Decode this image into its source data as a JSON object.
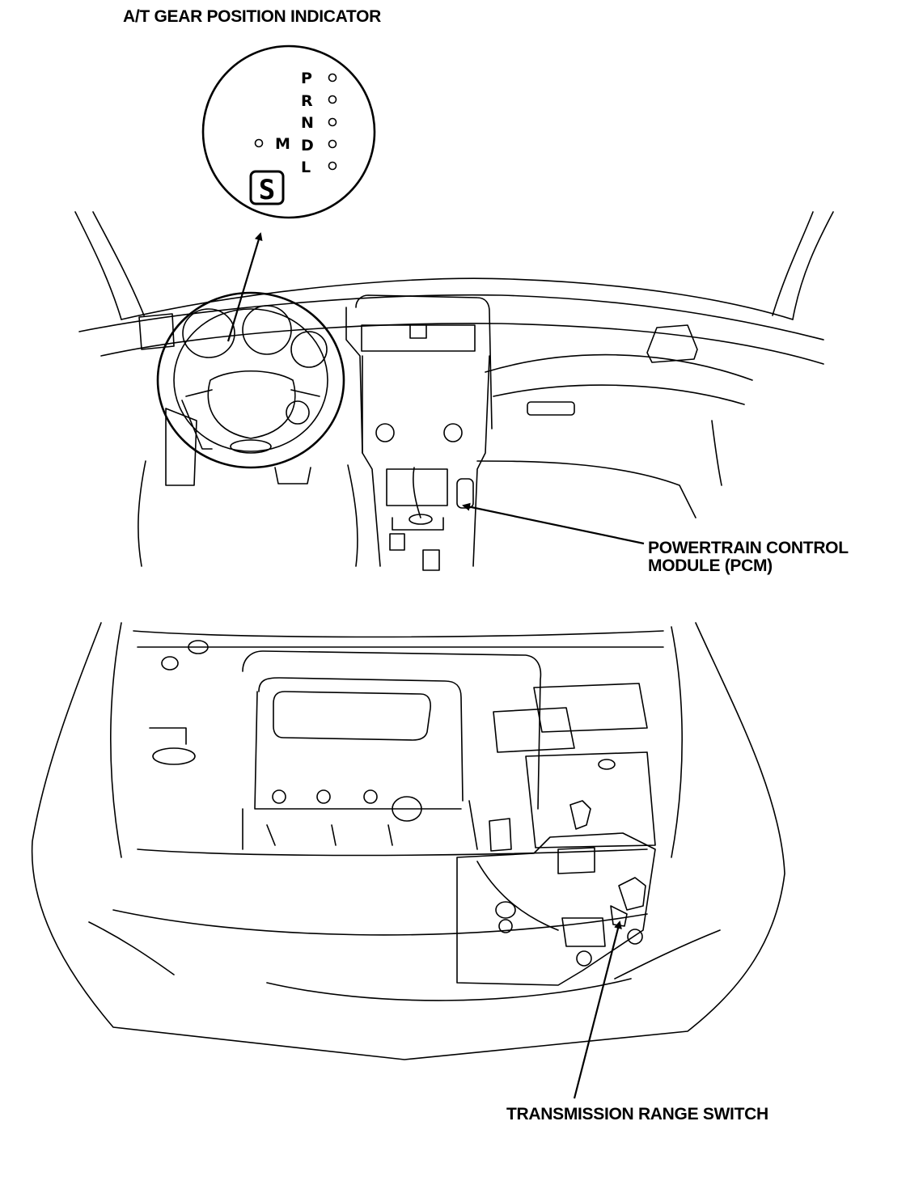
{
  "title": "A/T GEAR POSITION INDICATOR",
  "indicator": {
    "gears": [
      "P",
      "R",
      "N",
      "D",
      "L"
    ],
    "manual_label": "M",
    "digit_display": "S"
  },
  "callouts": {
    "pcm_line1": "POWERTRAIN CONTROL",
    "pcm_line2": "MODULE (PCM)",
    "transmission_range_switch": "TRANSMISSION RANGE SWITCH"
  }
}
